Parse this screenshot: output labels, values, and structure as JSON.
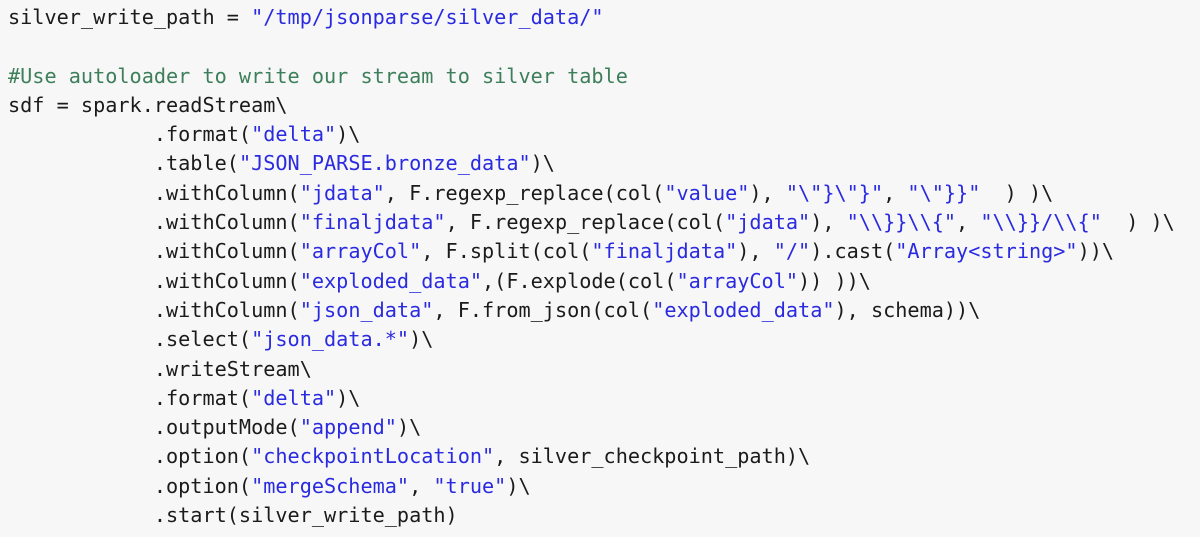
{
  "colors": {
    "text": "#1b1b1b",
    "string": "#2a2ae0",
    "comment": "#3d7f5a",
    "background": "#f7f7f7"
  },
  "code_lines": [
    [
      [
        "t",
        "silver_write_path = "
      ],
      [
        "s",
        "\"/tmp/jsonparse/silver_data/\""
      ]
    ],
    [],
    [
      [
        "c",
        "#Use autoloader to write our stream to silver table"
      ]
    ],
    [
      [
        "t",
        "sdf = spark.readStream\\"
      ]
    ],
    [
      [
        "t",
        "            .format("
      ],
      [
        "s",
        "\"delta\""
      ],
      [
        "t",
        ")\\"
      ]
    ],
    [
      [
        "t",
        "            .table("
      ],
      [
        "s",
        "\"JSON_PARSE.bronze_data\""
      ],
      [
        "t",
        ")\\"
      ]
    ],
    [
      [
        "t",
        "            .withColumn("
      ],
      [
        "s",
        "\"jdata\""
      ],
      [
        "t",
        ", F.regexp_replace(col("
      ],
      [
        "s",
        "\"value\""
      ],
      [
        "t",
        "), "
      ],
      [
        "s",
        "\"\\\"}\\\"}\""
      ],
      [
        "t",
        ", "
      ],
      [
        "s",
        "\"\\\"}}\""
      ],
      [
        "t",
        "  ) )\\"
      ]
    ],
    [
      [
        "t",
        "            .withColumn("
      ],
      [
        "s",
        "\"finaljdata\""
      ],
      [
        "t",
        ", F.regexp_replace(col("
      ],
      [
        "s",
        "\"jdata\""
      ],
      [
        "t",
        "), "
      ],
      [
        "s",
        "\"\\\\}}\\\\{\""
      ],
      [
        "t",
        ", "
      ],
      [
        "s",
        "\"\\\\}}/\\\\{\""
      ],
      [
        "t",
        "  ) )\\"
      ]
    ],
    [
      [
        "t",
        "            .withColumn("
      ],
      [
        "s",
        "\"arrayCol\""
      ],
      [
        "t",
        ", F.split(col("
      ],
      [
        "s",
        "\"finaljdata\""
      ],
      [
        "t",
        "), "
      ],
      [
        "s",
        "\"/\""
      ],
      [
        "t",
        ").cast("
      ],
      [
        "s",
        "\"Array<string>\""
      ],
      [
        "t",
        "))\\"
      ]
    ],
    [
      [
        "t",
        "            .withColumn("
      ],
      [
        "s",
        "\"exploded_data\""
      ],
      [
        "t",
        ",(F.explode(col("
      ],
      [
        "s",
        "\"arrayCol\""
      ],
      [
        "t",
        ")) ))\\"
      ]
    ],
    [
      [
        "t",
        "            .withColumn("
      ],
      [
        "s",
        "\"json_data\""
      ],
      [
        "t",
        ", F.from_json(col("
      ],
      [
        "s",
        "\"exploded_data\""
      ],
      [
        "t",
        "), schema))\\"
      ]
    ],
    [
      [
        "t",
        "            .select("
      ],
      [
        "s",
        "\"json_data.*\""
      ],
      [
        "t",
        ")\\"
      ]
    ],
    [
      [
        "t",
        "            .writeStream\\"
      ]
    ],
    [
      [
        "t",
        "            .format("
      ],
      [
        "s",
        "\"delta\""
      ],
      [
        "t",
        ")\\"
      ]
    ],
    [
      [
        "t",
        "            .outputMode("
      ],
      [
        "s",
        "\"append\""
      ],
      [
        "t",
        ")\\"
      ]
    ],
    [
      [
        "t",
        "            .option("
      ],
      [
        "s",
        "\"checkpointLocation\""
      ],
      [
        "t",
        ", silver_checkpoint_path)\\"
      ]
    ],
    [
      [
        "t",
        "            .option("
      ],
      [
        "s",
        "\"mergeSchema\""
      ],
      [
        "t",
        ", "
      ],
      [
        "s",
        "\"true\""
      ],
      [
        "t",
        ")\\"
      ]
    ],
    [
      [
        "t",
        "            .start(silver_write_path)"
      ]
    ]
  ]
}
